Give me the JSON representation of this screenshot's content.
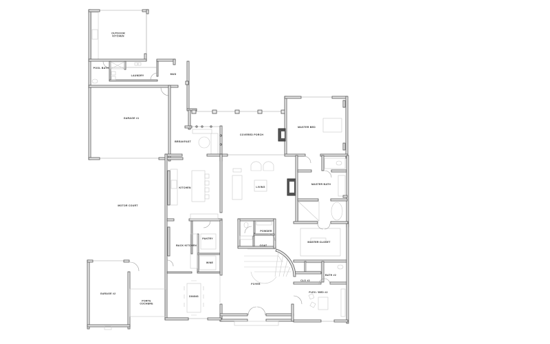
{
  "plan": {
    "type": "architectural floor plan",
    "wall_color": "#5a5a5a",
    "fireplace_color": "#555555",
    "background": "#ffffff"
  },
  "rooms": {
    "outdoor_kitchen": "OUTDOOR\nKITCHEN",
    "pool_bath": "POOL BATH",
    "laundry": "LAUNDRY",
    "mud": "MUD",
    "garage_1": "GARAGE #1",
    "breakfast": "BREAKFAST",
    "covered_porch": "COVERED PORCH",
    "master_bed": "MASTER BED",
    "kitchen": "KITCHEN",
    "living": "LIVING",
    "master_bath": "MASTER BATH",
    "motor_court": "MOTOR COURT",
    "back_kitchen": "BACK KITCHEN",
    "pantry": "PANTRY",
    "powder": "POWDER",
    "coat": "COAT",
    "master_closet": "MASTER CLOSET",
    "wine": "WINE",
    "foyer": "FOYER",
    "clo_2": "CLO #2",
    "bath_2": "BATH #2",
    "flex_bed_2": "FLEX / BED #2",
    "garage_2": "GARAGE #2",
    "porte_cochere": "PORTE\nCOCHERE",
    "dining": "DINING"
  }
}
